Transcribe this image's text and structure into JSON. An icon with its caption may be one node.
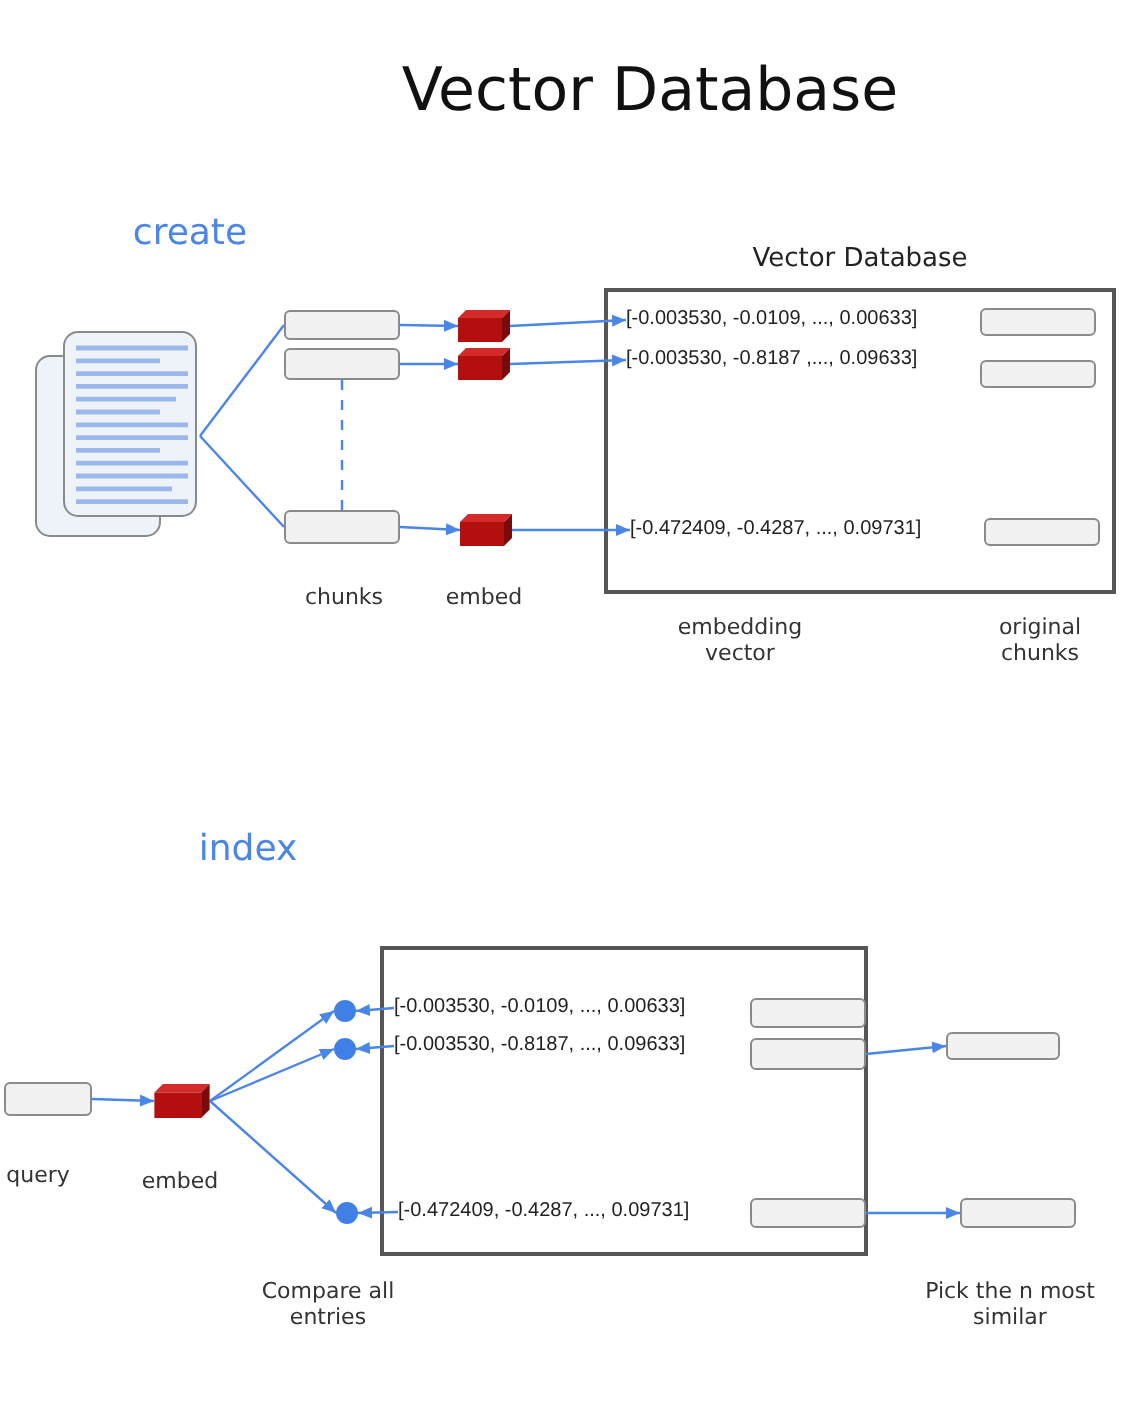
{
  "diagram": {
    "title": "Vector Database",
    "nodes": [
      {
        "text": [],
        "shape": "document"
      },
      {
        "text": [],
        "shape": "box"
      },
      {
        "text": [],
        "shape": "box"
      },
      {
        "text": [],
        "shape": "box"
      },
      {
        "text": [],
        "shape": "cube"
      },
      {
        "text": [],
        "shape": "cube"
      },
      {
        "text": [],
        "shape": "cube"
      },
      {
        "text": [
          "Vector Database"
        ]
      },
      {
        "text": [
          "[-0.003530, -0.0109, ..., 0.00633]"
        ],
        "in": 7
      },
      {
        "text": [
          "[-0.003530, -0.8187 ,..., 0.09633]"
        ],
        "in": 7
      },
      {
        "text": [
          "[-0.472409, -0.4287, ..., 0.09731]"
        ],
        "in": 7
      },
      {
        "text": [],
        "shape": "box",
        "in": 7
      },
      {
        "text": [],
        "shape": "box",
        "in": 7
      },
      {
        "text": [],
        "shape": "box",
        "in": 7
      },
      {
        "text": [],
        "shape": "box",
        "beside": [
          "query"
        ]
      },
      {
        "text": [],
        "shape": "cube",
        "beside": [
          "embed"
        ]
      },
      {
        "text": [],
        "shape": "circle"
      },
      {
        "text": [],
        "shape": "circle"
      },
      {
        "text": [],
        "shape": "circle"
      },
      {
        "text": [],
        "shape": "box"
      },
      {
        "text": [
          "[-0.003530, -0.0109, ..., 0.00633]"
        ],
        "in": 19
      },
      {
        "text": [
          "[-0.003530, -0.8187, ..., 0.09633]"
        ],
        "in": 19
      },
      {
        "text": [
          "[-0.472409, -0.4287, ..., 0.09731]"
        ],
        "in": 19
      },
      {
        "text": [],
        "shape": "box",
        "in": 19
      },
      {
        "text": [],
        "shape": "box",
        "in": 19
      },
      {
        "text": [],
        "shape": "box",
        "in": 19
      },
      {
        "text": [],
        "shape": "box"
      },
      {
        "text": [],
        "shape": "box"
      }
    ],
    "edges": [
      {
        "from": 0,
        "to": 1,
        "arrow": "none"
      },
      {
        "from": 0,
        "to": 3,
        "arrow": "none"
      },
      {
        "from": 2,
        "to": 3,
        "arrow": "none",
        "style": "dashed"
      },
      {
        "from": 1,
        "to": 4,
        "arrow": "to"
      },
      {
        "from": 2,
        "to": 5,
        "arrow": "to"
      },
      {
        "from": 3,
        "to": 6,
        "arrow": "to"
      },
      {
        "from": 4,
        "to": 8,
        "arrow": "to"
      },
      {
        "from": 5,
        "to": 9,
        "arrow": "to"
      },
      {
        "from": 6,
        "to": 10,
        "arrow": "to"
      },
      {
        "from": 14,
        "to": 15,
        "arrow": "to"
      },
      {
        "from": 15,
        "to": 16,
        "arrow": "to"
      },
      {
        "from": 15,
        "to": 17,
        "arrow": "to"
      },
      {
        "from": 15,
        "to": 18,
        "arrow": "to"
      },
      {
        "from": 20,
        "to": 16,
        "arrow": "to"
      },
      {
        "from": 21,
        "to": 17,
        "arrow": "to"
      },
      {
        "from": 22,
        "to": 18,
        "arrow": "to"
      },
      {
        "from": 24,
        "to": 26,
        "arrow": "to"
      },
      {
        "from": 25,
        "to": 27,
        "arrow": "to"
      }
    ],
    "labels": [
      "create",
      "chunks",
      "embed",
      "embedding vector",
      "original chunks",
      "index",
      "Compare all entries",
      "Pick the n most similar"
    ]
  }
}
